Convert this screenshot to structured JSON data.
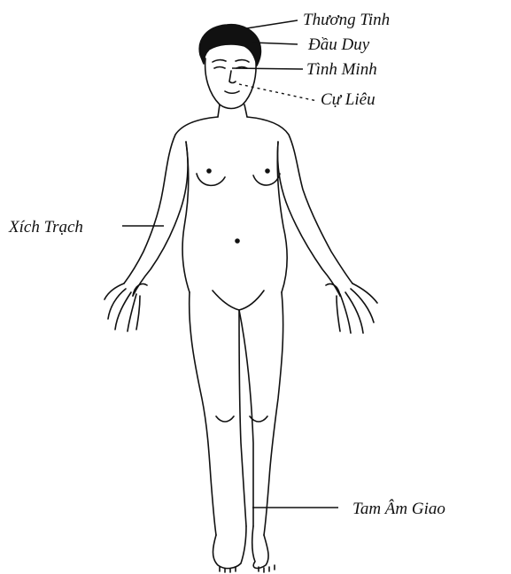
{
  "labels": {
    "thuong_tinh": "Thương Tinh",
    "dau_duy": "Đầu Duy",
    "tinh_minh": "Tình Minh",
    "cu_lieu": "Cự Liêu",
    "xich_trach": "Xích Trạch",
    "tam_am_giao": "Tam Âm Giao"
  }
}
